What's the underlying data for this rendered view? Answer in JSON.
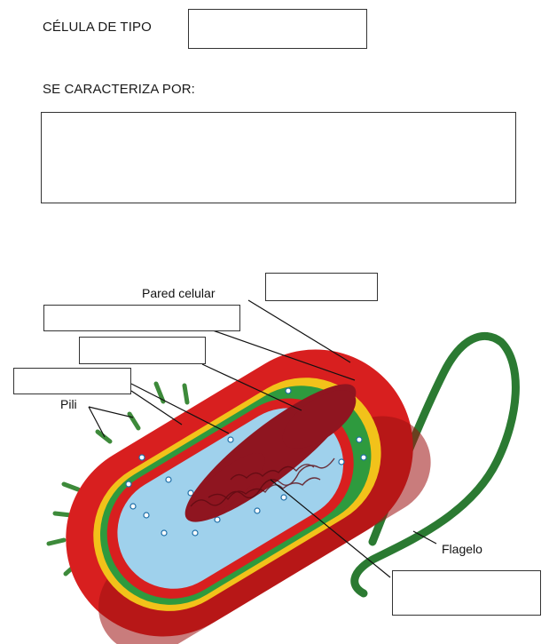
{
  "worksheet": {
    "cell_type_label": "CÉLULA DE TIPO",
    "characterized_label": "SE CARACTERIZA POR:",
    "cell_type_answer": "",
    "characteristics_answer": ""
  },
  "diagram": {
    "labels": {
      "cell_wall": "Pared celular",
      "pili": "Pili",
      "flagellum": "Flagelo"
    },
    "blank_answers": {
      "box_1": "",
      "box_2": "",
      "box_3": "",
      "box_4": "",
      "box_5": ""
    },
    "colors": {
      "cell_wall_outer": "#d81f1f",
      "cell_wall_dark": "#9c1010",
      "green_membrane": "#2e9a3e",
      "yellow_layer": "#f2c21a",
      "cytoplasm": "#9fd1ec",
      "nucleoid": "#8f1520",
      "flagellum": "#2b7a32",
      "pili": "#3d8a3a"
    }
  }
}
